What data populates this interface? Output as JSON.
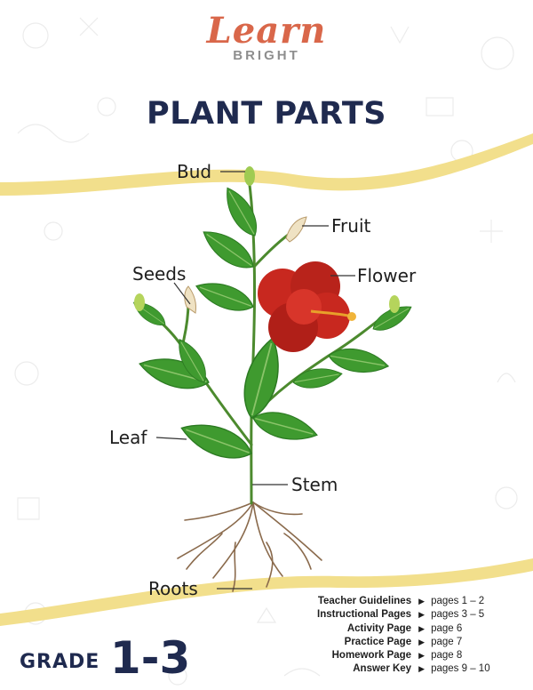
{
  "brand": {
    "name": "Learn",
    "sub": "BRIGHT"
  },
  "title": "PLANT PARTS",
  "labels": {
    "bud": "Bud",
    "fruit": "Fruit",
    "seeds": "Seeds",
    "flower": "Flower",
    "leaf": "Leaf",
    "stem": "Stem",
    "roots": "Roots"
  },
  "grade": {
    "word": "GRADE",
    "range": "1-3"
  },
  "toc": [
    {
      "section": "Teacher Guidelines",
      "pages": "pages 1 – 2"
    },
    {
      "section": "Instructional Pages",
      "pages": "pages 3 – 5"
    },
    {
      "section": "Activity Page",
      "pages": "page  6"
    },
    {
      "section": "Practice Page",
      "pages": "page  7"
    },
    {
      "section": "Homework Page",
      "pages": "page  8"
    },
    {
      "section": "Answer Key",
      "pages": "pages 9 – 10"
    }
  ],
  "colors": {
    "brand": "#d9674a",
    "title": "#1f2a4f",
    "band": "#f2df8c",
    "leaf": "#3f9a2f",
    "flower": "#c8281f",
    "root": "#8a6a4c"
  }
}
